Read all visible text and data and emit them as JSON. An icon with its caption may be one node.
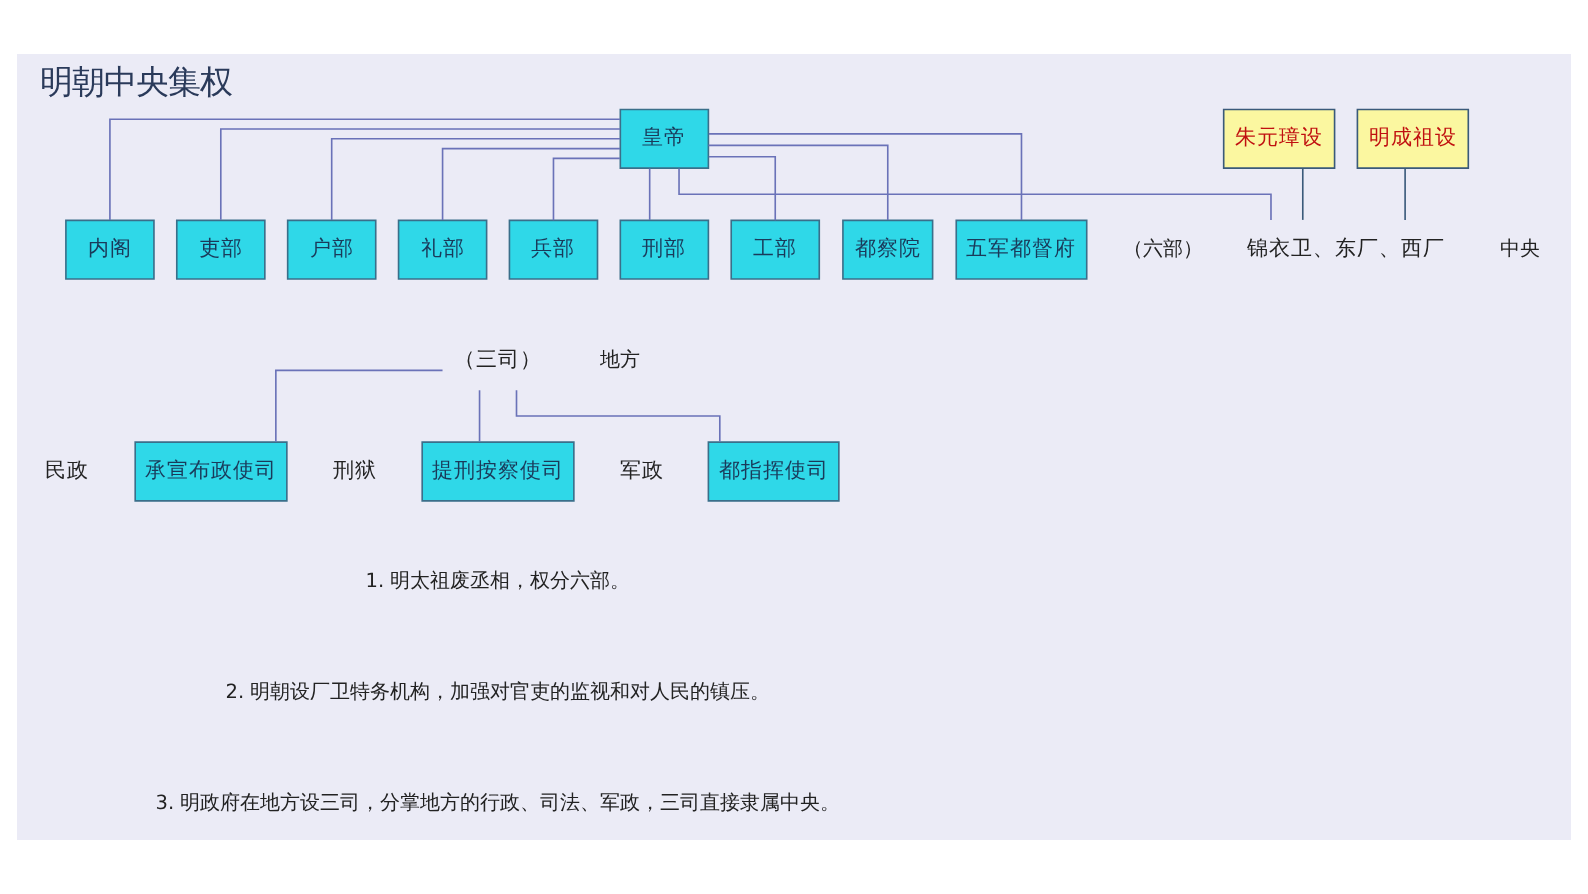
{
  "diagram": {
    "title": "明朝中央集权",
    "nodes": [
      {
        "text": [
          "皇帝"
        ]
      },
      {
        "text": [
          "内阁"
        ]
      },
      {
        "text": [
          "吏部"
        ]
      },
      {
        "text": [
          "户部"
        ]
      },
      {
        "text": [
          "礼部"
        ]
      },
      {
        "text": [
          "兵部"
        ]
      },
      {
        "text": [
          "刑部"
        ]
      },
      {
        "text": [
          "工部"
        ]
      },
      {
        "text": [
          "都察院"
        ]
      },
      {
        "text": [
          "五军都督府"
        ]
      },
      {
        "text": [
          "锦衣卫、东厂、西厂"
        ]
      },
      {
        "text": [
          "朱元璋设"
        ]
      },
      {
        "text": [
          "明成祖设"
        ]
      },
      {
        "text": [
          "（三司）"
        ]
      },
      {
        "text": [
          "承宣布政使司"
        ],
        "beside": [
          "民政"
        ]
      },
      {
        "text": [
          "提刑按察使司"
        ],
        "beside": [
          "刑狱"
        ]
      },
      {
        "text": [
          "都指挥使司"
        ],
        "beside": [
          "军政"
        ]
      }
    ],
    "edges": [
      {
        "from": 0,
        "to": 1,
        "arrow": "none"
      },
      {
        "from": 0,
        "to": 2,
        "arrow": "none"
      },
      {
        "from": 0,
        "to": 3,
        "arrow": "none"
      },
      {
        "from": 0,
        "to": 4,
        "arrow": "none"
      },
      {
        "from": 0,
        "to": 5,
        "arrow": "none"
      },
      {
        "from": 0,
        "to": 6,
        "arrow": "none"
      },
      {
        "from": 0,
        "to": 7,
        "arrow": "none"
      },
      {
        "from": 0,
        "to": 8,
        "arrow": "none"
      },
      {
        "from": 0,
        "to": 9,
        "arrow": "none"
      },
      {
        "from": 0,
        "to": 10,
        "arrow": "none"
      },
      {
        "from": 11,
        "to": 10,
        "arrow": "none"
      },
      {
        "from": 12,
        "to": 10,
        "arrow": "none"
      },
      {
        "from": 13,
        "to": 14,
        "arrow": "none"
      },
      {
        "from": 13,
        "to": 15,
        "arrow": "none"
      },
      {
        "from": 13,
        "to": 16,
        "arrow": "none"
      }
    ],
    "labels": [
      "（六部）",
      "中央",
      "地方",
      "1. 明太祖废丞相，权分六部。",
      "2. 明朝设厂卫特务机构，加强对官吏的监视和对人民的镇压。",
      "3. 明政府在地方设三司，分掌地方的行政、司法、军政，三司直接隶属中央。"
    ]
  }
}
